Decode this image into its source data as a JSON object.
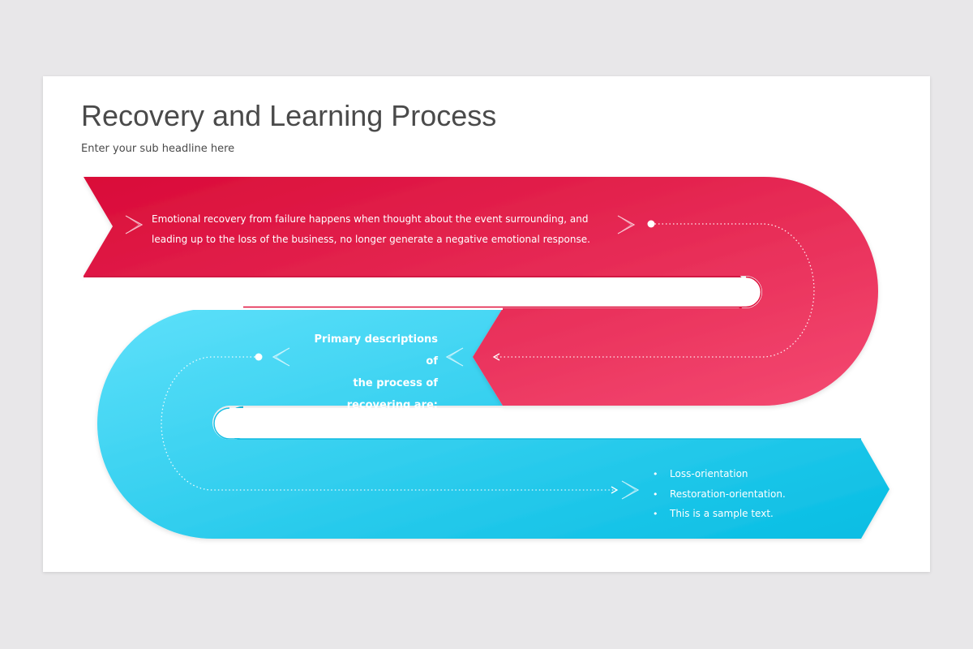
{
  "slide": {
    "title": "Recovery and Learning Process",
    "subtitle": "Enter your sub headline here"
  },
  "steps": [
    {
      "color": "#e0103c",
      "text": "Emotional recovery from failure happens when thought about the event surrounding, and leading up to the loss of the business, no longer generate a negative emotional response."
    },
    {
      "color": "#22c7ea",
      "heading_lines": [
        "Primary descriptions of",
        "the process of",
        "recovering are:"
      ],
      "bullets": [
        "Loss-orientation",
        "Restoration-orientation.",
        "This is a sample text."
      ]
    }
  ],
  "icons": {
    "bullet": "•",
    "chevron": "chevron-right-icon",
    "chevron_left": "chevron-left-icon",
    "waypoint": "dot-icon"
  }
}
